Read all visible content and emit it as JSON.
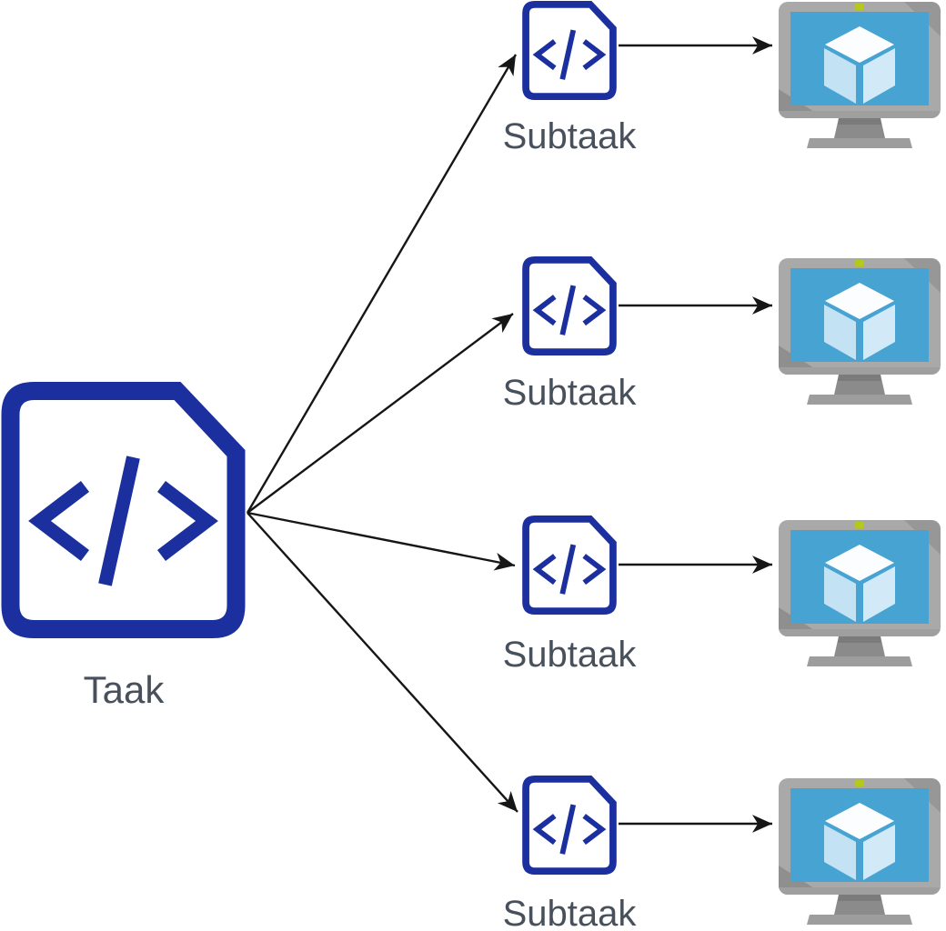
{
  "diagram": {
    "task": {
      "label": "Taak",
      "icon": "code-file-icon"
    },
    "subtasks": [
      {
        "label": "Subtaak",
        "icon": "code-file-icon"
      },
      {
        "label": "Subtaak",
        "icon": "code-file-icon"
      },
      {
        "label": "Subtaak",
        "icon": "code-file-icon"
      },
      {
        "label": "Subtaak",
        "icon": "code-file-icon"
      }
    ],
    "vms": [
      {
        "icon": "virtual-machine-icon"
      },
      {
        "icon": "virtual-machine-icon"
      },
      {
        "icon": "virtual-machine-icon"
      },
      {
        "icon": "virtual-machine-icon"
      }
    ],
    "edges": [
      {
        "from": "task",
        "to": "subtask-1"
      },
      {
        "from": "task",
        "to": "subtask-2"
      },
      {
        "from": "task",
        "to": "subtask-3"
      },
      {
        "from": "task",
        "to": "subtask-4"
      },
      {
        "from": "subtask-1",
        "to": "vm-1"
      },
      {
        "from": "subtask-2",
        "to": "vm-2"
      },
      {
        "from": "subtask-3",
        "to": "vm-3"
      },
      {
        "from": "subtask-4",
        "to": "vm-4"
      }
    ],
    "colors": {
      "icon_blue": "#1b2f9e",
      "label_gray": "#48505b",
      "arrow_black": "#161616",
      "vm_frame_gray": "#a9a9a9",
      "vm_screen_blue": "#47a4d2",
      "vm_led_green": "#b4c919",
      "cube_top": "#fbfdfe",
      "cube_left": "#c3e2f3",
      "cube_right": "#d2eaf7"
    }
  }
}
